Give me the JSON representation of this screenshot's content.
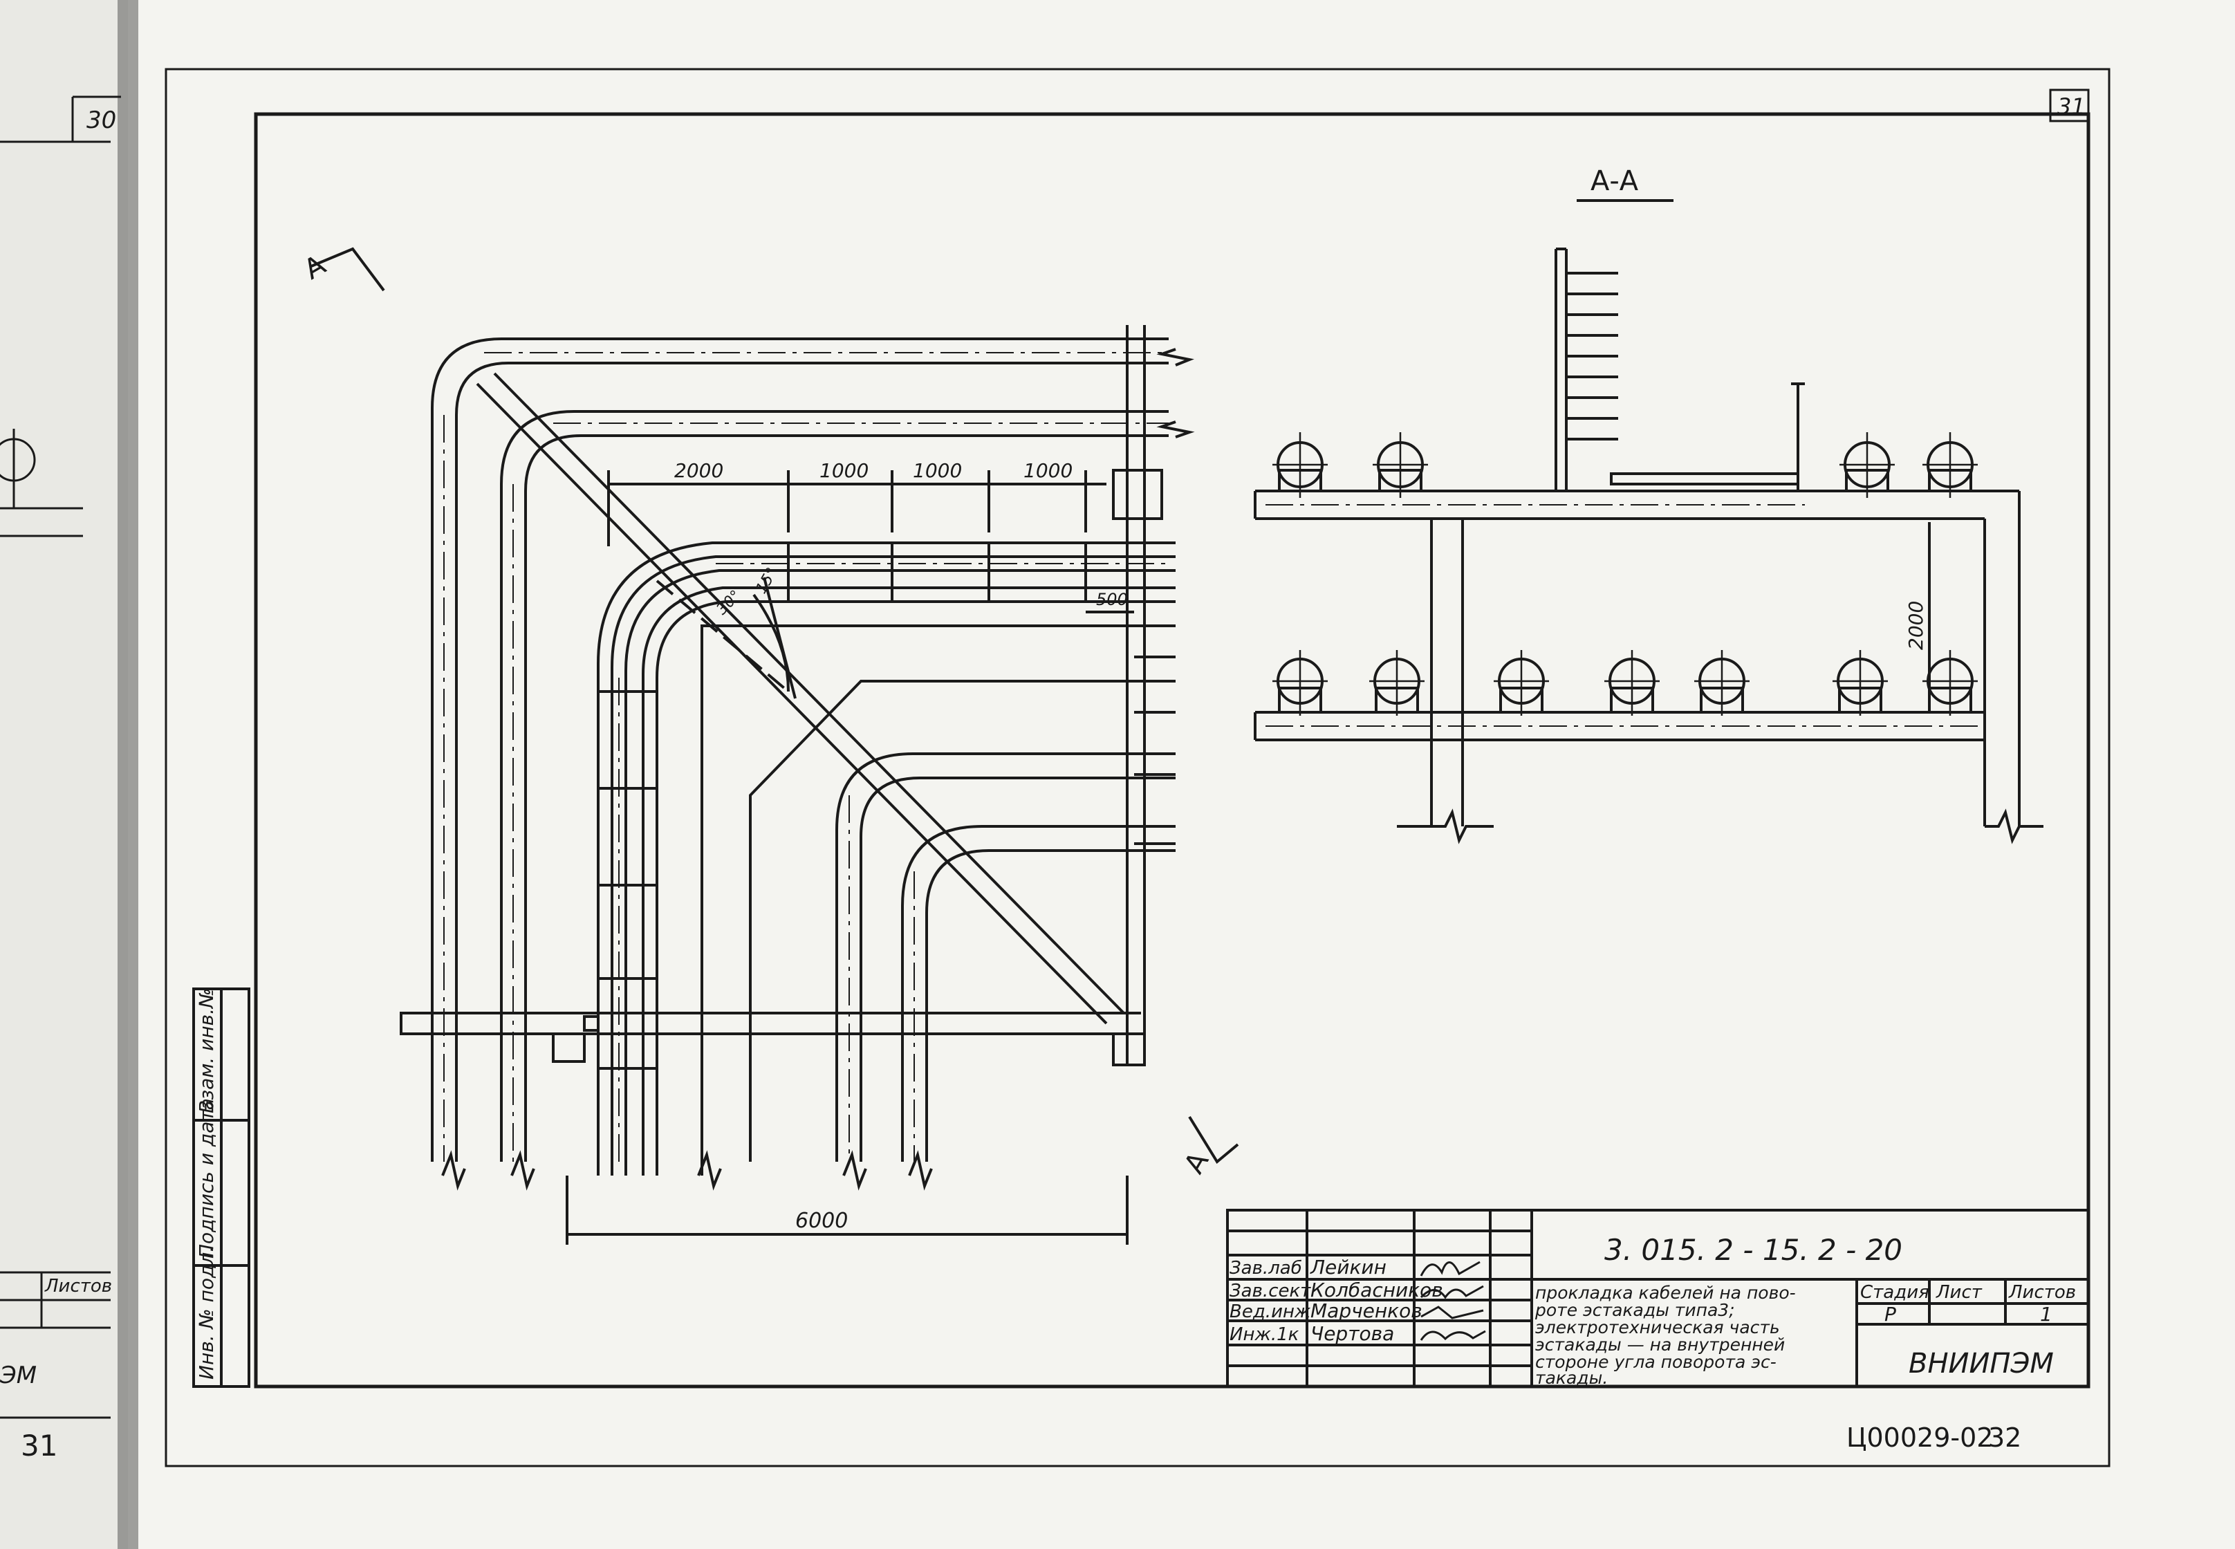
{
  "sheet": {
    "page_number": "31",
    "prev_page_number": "30",
    "prev_page_bottom": "31",
    "prev_page_stamp_fragment": "Листов",
    "prev_page_org_fragment": "ЭМ"
  },
  "drawing": {
    "plan_dims": [
      "2000",
      "1000",
      "1000",
      "1000"
    ],
    "plan_dim_small": "500",
    "plan_dim_bottom": "6000",
    "angle_labels": [
      "30°",
      "15°"
    ],
    "section_marker": "А",
    "section_title": "А-А",
    "section_dim": "2000"
  },
  "title_block": {
    "doc_code": "3. 015. 2 - 15. 2 - 20",
    "roles": [
      "Зав.лаб",
      "Зав.сект",
      "Вед.инж",
      "Инж.1к"
    ],
    "names": [
      "Лейкин",
      "Колбасников",
      "Марченков",
      "Чертова"
    ],
    "description": [
      "прокладка кабелей на пово-",
      "роте эстакады типа3;",
      "электротехническая часть",
      "эстакады — на внутренней",
      "стороне угла поворота эс-",
      "такады."
    ],
    "stage_header": "Стадия",
    "sheet_header": "Лист",
    "sheets_header": "Листов",
    "stage_value": "Р",
    "sheets_value": "1",
    "organization": "ВНИИПЭМ",
    "archive_code": "Ц00029-02",
    "archive_page": "32"
  },
  "side_stamp": [
    "Инв. № подл.",
    "Подпись и дата",
    "Взам. инв.№"
  ]
}
